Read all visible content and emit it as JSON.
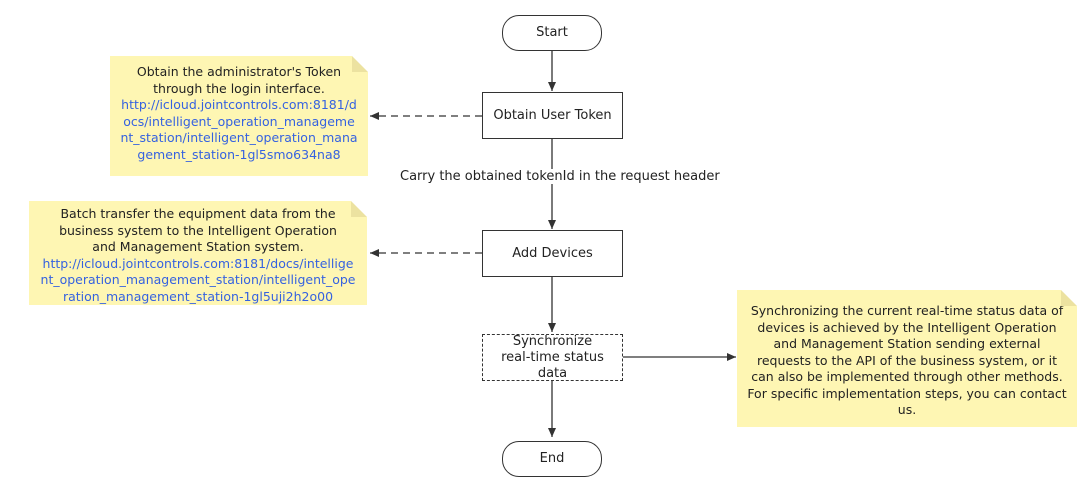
{
  "nodes": {
    "start": "Start",
    "obtain_token": "Obtain User Token",
    "add_devices": "Add Devices",
    "synchronize": "Synchronize real-time status data",
    "end": "End"
  },
  "edge_labels": {
    "carry_token": "Carry the obtained tokenId in the request header"
  },
  "notes": {
    "token_note": {
      "text": "Obtain the administrator's Token through the login interface.",
      "link": "http://icloud.jointcontrols.com:8181/docs/intelligent_operation_management_station/intelligent_operation_management_station-1gl5smo634na8"
    },
    "devices_note": {
      "text": "Batch transfer the equipment data from the business system to the Intelligent Operation and Management Station system.",
      "link": "http://icloud.jointcontrols.com:8181/docs/intelligent_operation_management_station/intelligent_operation_management_station-1gl5uji2h2o00"
    },
    "sync_note": {
      "text": "Synchronizing the current real-time status data of devices is achieved by the Intelligent Operation and Management Station sending external requests to the API of the business system, or it can also be implemented through other methods. For specific implementation steps, you can contact us."
    }
  },
  "colors": {
    "note_fill": "#fef6b3",
    "link": "#3562e0",
    "stroke": "#333333"
  }
}
